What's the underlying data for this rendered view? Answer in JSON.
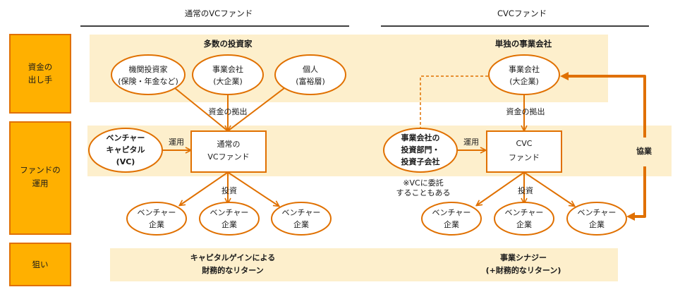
{
  "colors": {
    "orange": "#E07000",
    "row_label_fill": "#FFB000",
    "band_fill": "#FDEFCC",
    "text": "#1a1a1a"
  },
  "headers": {
    "vc": "通常のVCファンド",
    "cvc": "CVCファンド"
  },
  "row_labels": {
    "funders": [
      "資金の",
      "出し手"
    ],
    "operation": [
      "ファンドの",
      "運用"
    ],
    "goal": "狙い"
  },
  "vc": {
    "investors_title": "多数の投資家",
    "investors": [
      {
        "line1": "機関投資家",
        "line2": "(保険・年金など)"
      },
      {
        "line1": "事業会社",
        "line2": "(大企業)"
      },
      {
        "line1": "個人",
        "line2": "(富裕層)"
      }
    ],
    "contribution_label": "資金の拠出",
    "manager": [
      "ベンチャー",
      "キャピタル",
      "(VC)"
    ],
    "operate_label": "運用",
    "fund": [
      "通常の",
      "VCファンド"
    ],
    "invest_label": "投資",
    "ventures": [
      {
        "line1": "ベンチャー",
        "line2": "企業"
      },
      {
        "line1": "ベンチャー",
        "line2": "企業"
      },
      {
        "line1": "ベンチャー",
        "line2": "企業"
      }
    ],
    "goal": [
      "キャピタルゲインによる",
      "財務的なリターン"
    ]
  },
  "cvc": {
    "investor_title": "単独の事業会社",
    "investor": {
      "line1": "事業会社",
      "line2": "(大企業)"
    },
    "contribution_label": "資金の拠出",
    "manager": [
      "事業会社の",
      "投資部門・",
      "投資子会社"
    ],
    "manager_note": [
      "※VCに委託",
      "することもある"
    ],
    "operate_label": "運用",
    "fund": [
      "CVC",
      "ファンド"
    ],
    "invest_label": "投資",
    "ventures": [
      {
        "line1": "ベンチャー",
        "line2": "企業"
      },
      {
        "line1": "ベンチャー",
        "line2": "企業"
      },
      {
        "line1": "ベンチャー",
        "line2": "企業"
      }
    ],
    "collab_label": "協業",
    "goal": [
      "事業シナジー",
      "(+財務的なリターン)"
    ]
  }
}
